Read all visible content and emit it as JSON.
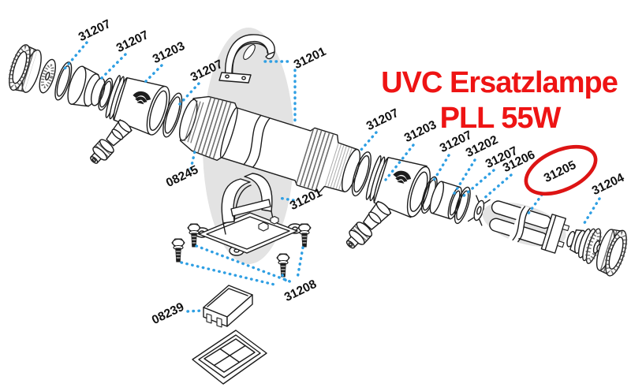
{
  "heading": {
    "line1": "UVC Ersatzlampe",
    "line2": "PLL 55W"
  },
  "highlight": {
    "circled_label": "31205"
  },
  "colors": {
    "heading_red": "#ee1414",
    "highlight_red": "#dd1414",
    "leader_blue": "#2f9fe3",
    "line_black": "#1c1c1c",
    "shadow_gray": "#e3e3e3",
    "background": "#ffffff"
  },
  "labels": [
    {
      "text": "31207",
      "part": "o-ring"
    },
    {
      "text": "31207",
      "part": "o-ring"
    },
    {
      "text": "31203",
      "part": "inlet-housing"
    },
    {
      "text": "31207",
      "part": "o-ring"
    },
    {
      "text": "31201",
      "part": "clamp-bracket-top"
    },
    {
      "text": "08245",
      "part": "uvc-body-tube"
    },
    {
      "text": "31201",
      "part": "clamp-bracket-base"
    },
    {
      "text": "31207",
      "part": "o-ring"
    },
    {
      "text": "31203",
      "part": "outlet-housing"
    },
    {
      "text": "31207",
      "part": "o-ring"
    },
    {
      "text": "31202",
      "part": "quartz-glass-sleeve"
    },
    {
      "text": "31207",
      "part": "o-ring"
    },
    {
      "text": "31206",
      "part": "lamp-clip"
    },
    {
      "text": "31205",
      "part": "uvc-lamp",
      "highlighted": true
    },
    {
      "text": "31204",
      "part": "lamp-holder"
    },
    {
      "text": "31208",
      "part": "mounting-screws"
    },
    {
      "text": "08239",
      "part": "ballast-cover"
    }
  ]
}
